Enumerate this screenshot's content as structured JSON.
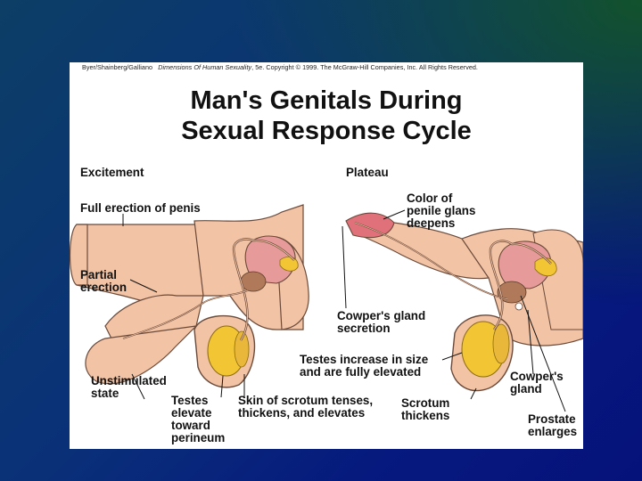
{
  "credit": {
    "authors": "Byer/Shainberg/Galliano",
    "book": "Dimensions Of Human Sexuality",
    "rest": ", 5e. Copyright © 1999. The McGraw-Hill Companies, Inc. All Rights Reserved."
  },
  "title": {
    "line1": "Man's Genitals During",
    "line2": "Sexual Response Cycle"
  },
  "excitement": {
    "heading": "Excitement",
    "full_erection": "Full erection of penis",
    "partial_1": "Partial",
    "partial_2": "erection",
    "unstim_1": "Unstimulated",
    "unstim_2": "state",
    "testes_1": "Testes",
    "testes_2": "elevate",
    "testes_3": "toward",
    "testes_4": "perineum",
    "skin_1": "Skin of scrotum tenses,",
    "skin_2": "thickens, and elevates"
  },
  "plateau": {
    "heading": "Plateau",
    "color_1": "Color of",
    "color_2": "penile glans",
    "color_3": "deepens",
    "cowper_sec_1": "Cowper's gland",
    "cowper_sec_2": "secretion",
    "testes_inc_1": "Testes increase in size",
    "testes_inc_2": "and are fully elevated",
    "scrotum_1": "Scrotum",
    "scrotum_2": "thickens",
    "cowper_1": "Cowper's",
    "cowper_2": "gland",
    "prostate_1": "Prostate",
    "prostate_2": "enlarges"
  },
  "colors": {
    "skin": "#f2c3a4",
    "skin_outline": "#6b4a3a",
    "glans_red": "#e0707a",
    "bladder_pink": "#e79a9a",
    "testis_yellow": "#f2c535",
    "prostate_brown": "#b07a5a",
    "background_blue": "#06197e"
  }
}
